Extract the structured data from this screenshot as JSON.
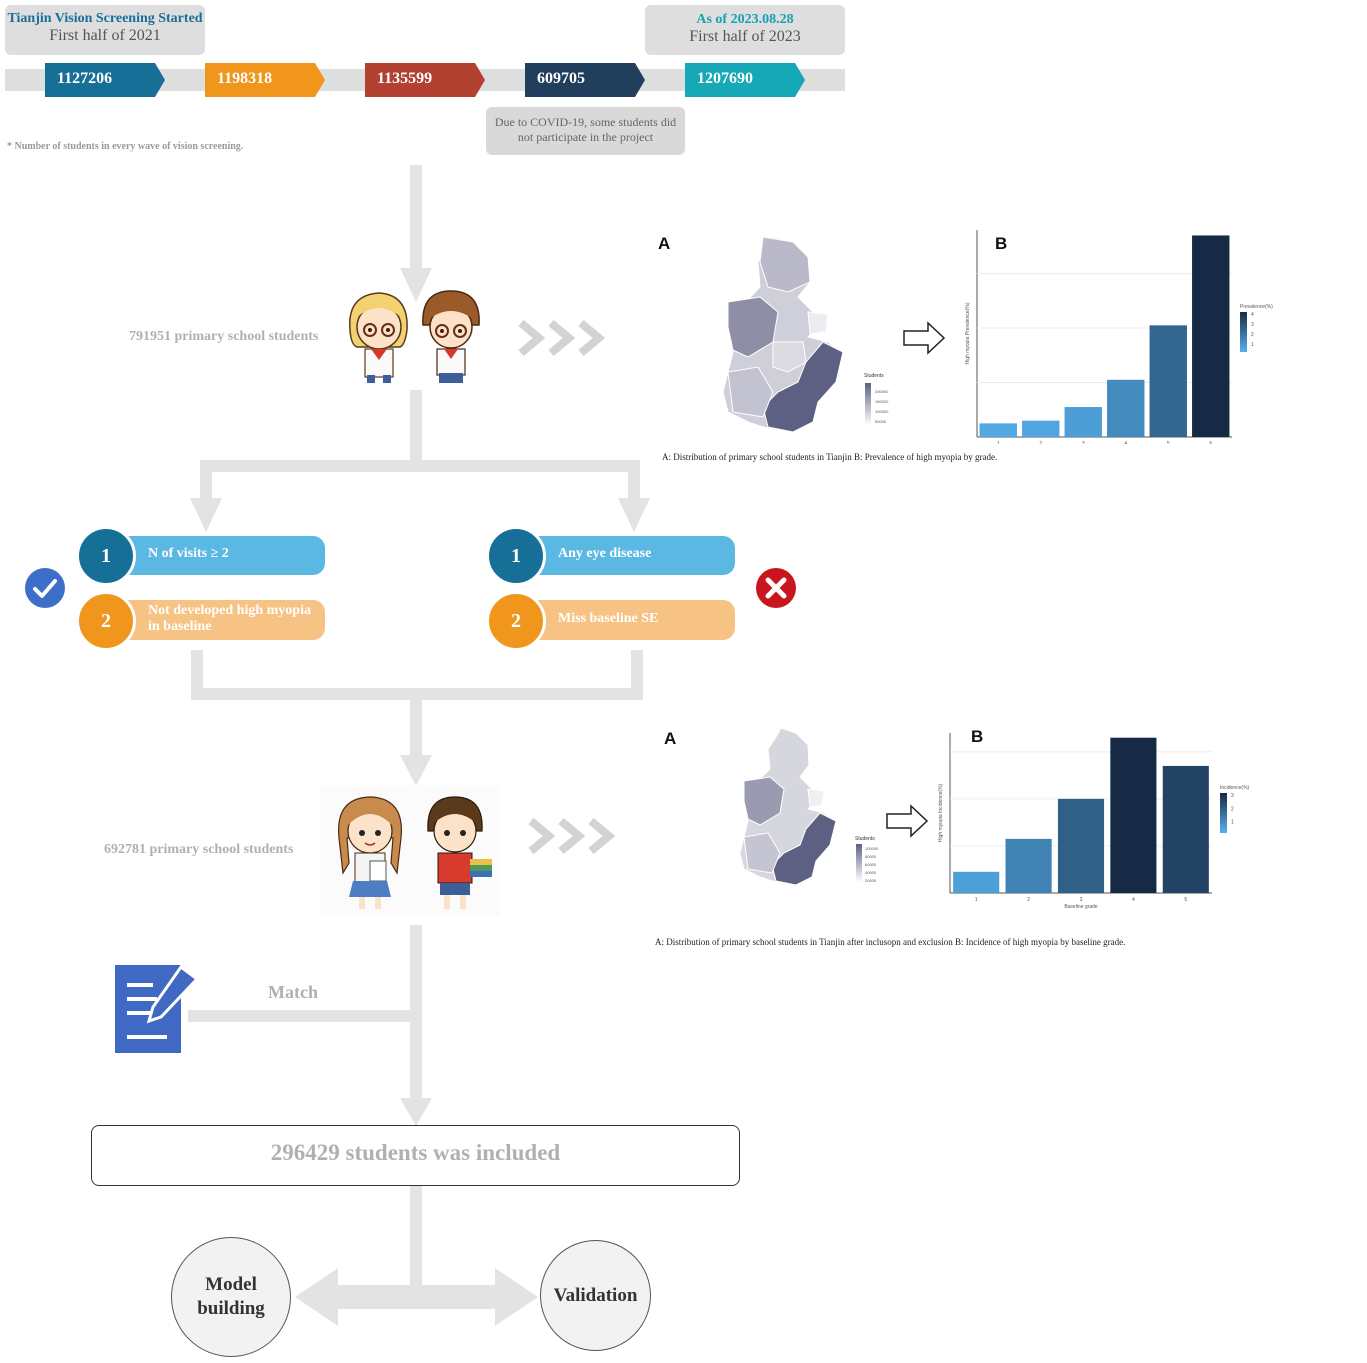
{
  "header": {
    "left_title": "Tianjin Vision Screening Started",
    "left_sub": "First half of 2021",
    "right_title": "As of  2023.08.28",
    "right_sub": "First half of 2023"
  },
  "timeline": {
    "waves": [
      {
        "value": "1127206",
        "color": "#166f96"
      },
      {
        "value": "1198318",
        "color": "#f0961d"
      },
      {
        "value": "1135599",
        "color": "#b24131"
      },
      {
        "value": "609705",
        "color": "#213f5c"
      },
      {
        "value": "1207690",
        "color": "#16a8b6"
      }
    ],
    "covid_note": "Due to COVID-19, some students did not participate in the project",
    "footnote": "*  Number of students in every wave of  vision screening."
  },
  "stage1": {
    "count_label": "791951 primary school students",
    "panel_a": "A",
    "panel_b": "B",
    "map_legend_title": "Students",
    "map_legend_ticks": [
      "200000",
      "150000",
      "100000",
      "50000"
    ],
    "chart_legend_title": "Prevalence(%)",
    "chart_legend_ticks": [
      "4",
      "3",
      "2",
      "1"
    ],
    "caption": "A: Distribution of primary school students in Tianjin    B: Prevalence of high myopia by grade."
  },
  "criteria": {
    "include": [
      {
        "num": "1",
        "text": "N of visits ≥  2"
      },
      {
        "num": "2",
        "text": "Not developed high myopia in baseline"
      }
    ],
    "exclude": [
      {
        "num": "1",
        "text": "Any eye disease"
      },
      {
        "num": "2",
        "text": "Miss baseline SE"
      }
    ],
    "check_color": "#3d6fc9",
    "cross_color": "#c9151e"
  },
  "stage2": {
    "count_label": "692781 primary school students",
    "panel_a": "A",
    "panel_b": "B",
    "map_legend_title": "Students",
    "map_legend_ticks": [
      "100000",
      "80000",
      "60000",
      "40000",
      "20000"
    ],
    "chart_legend_title": "Incidence(%)",
    "chart_legend_ticks": [
      "3",
      "2",
      "1"
    ],
    "chart_xlabel": "Baseline grade",
    "caption": "A: Distribution of primary school students in Tianjin after inclusopn and exclusion    B: Incidence of high myopia by baseline grade."
  },
  "match_label": "Match",
  "included_label": "296429 students was included",
  "final": {
    "left": "Model building",
    "right": "Validation"
  },
  "chart_data": [
    {
      "type": "bar",
      "title": "",
      "xlabel": "",
      "ylabel": "High myopia Prevalence(%)",
      "categories": [
        "1",
        "2",
        "3",
        "4",
        "5",
        "6"
      ],
      "values": [
        0.25,
        0.3,
        0.55,
        1.05,
        2.05,
        3.7
      ],
      "ylim": [
        0,
        3.8
      ],
      "legend": "right"
    },
    {
      "type": "bar",
      "title": "",
      "xlabel": "Baseline grade",
      "ylabel": "High myopia Incidence(%)",
      "categories": [
        "1",
        "2",
        "3",
        "4",
        "5"
      ],
      "values": [
        0.45,
        1.15,
        2.0,
        3.3,
        2.7
      ],
      "ylim": [
        0,
        3.4
      ],
      "legend": "right"
    }
  ]
}
